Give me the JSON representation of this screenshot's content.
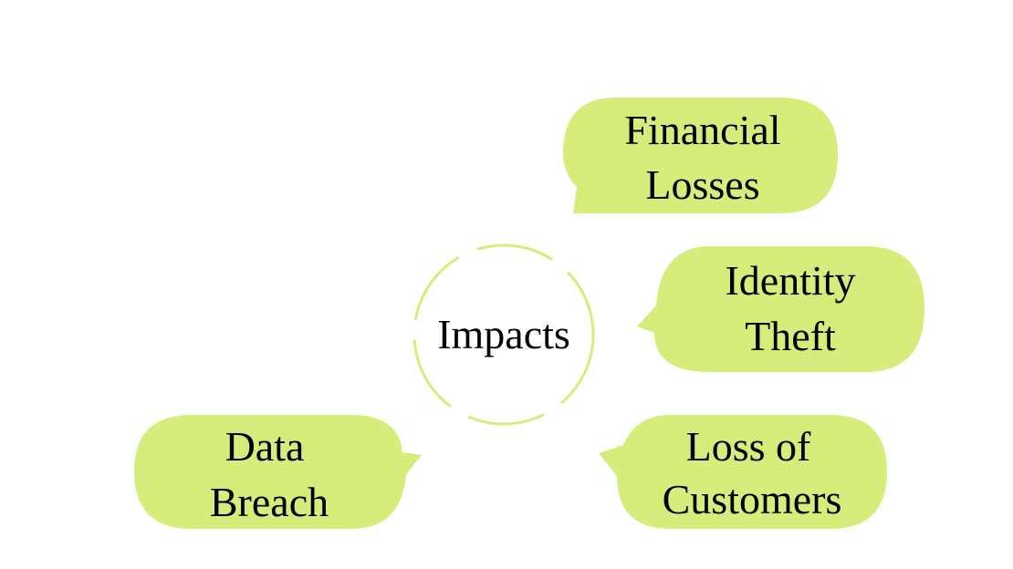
{
  "center": {
    "label": "Impacts"
  },
  "bubbles": [
    {
      "lines": [
        "Financial",
        "Losses"
      ]
    },
    {
      "lines": [
        "Identity",
        "Theft"
      ]
    },
    {
      "lines": [
        "Loss of",
        "Customers"
      ]
    },
    {
      "lines": [
        "Data",
        "Breach"
      ]
    }
  ],
  "colors": {
    "bubble_fill": "#d6ed7c",
    "ring_stroke": "#d6ed7c",
    "text": "#000000",
    "background": "#ffffff"
  }
}
